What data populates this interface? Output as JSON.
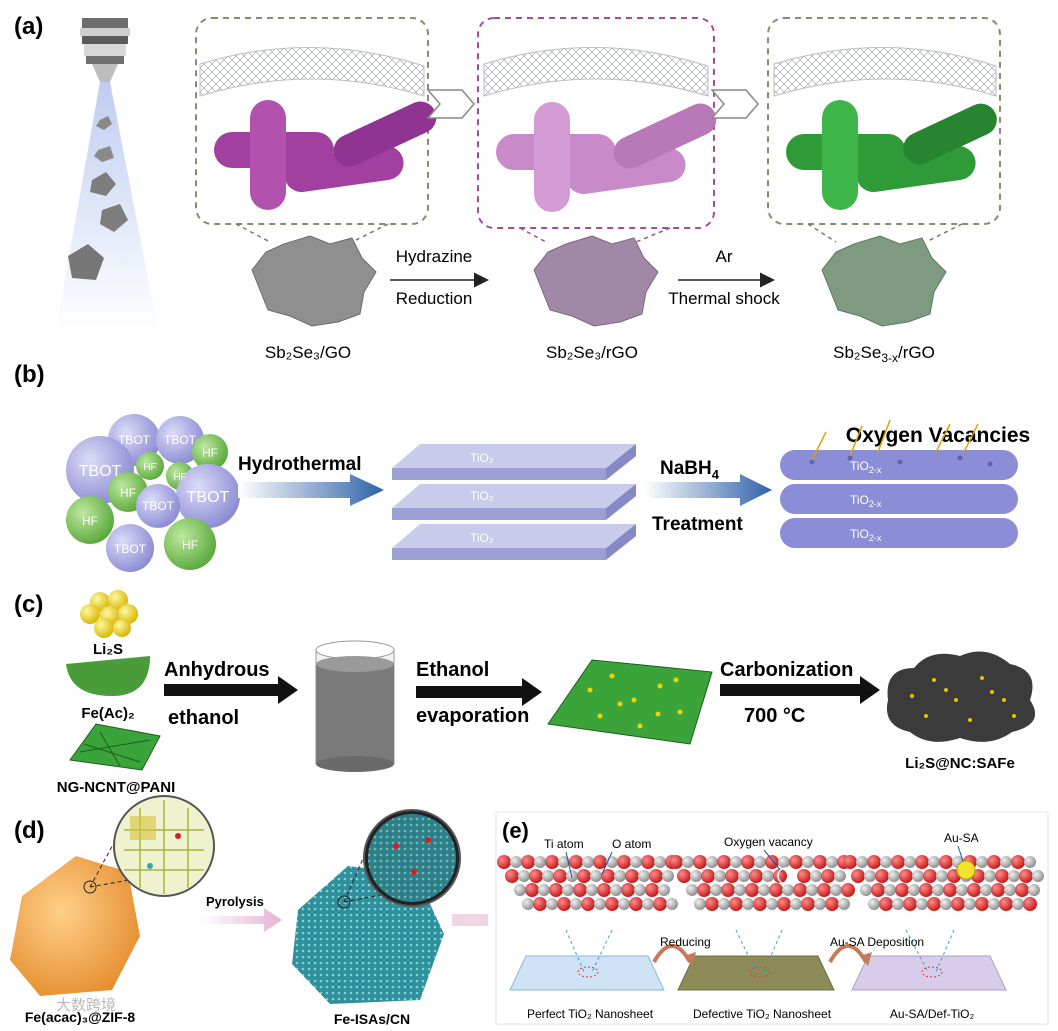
{
  "panel_a": {
    "label": "(a)",
    "step1_top": "Hydrazine",
    "step1_bottom": "Reduction",
    "step2_top": "Ar",
    "step2_bottom": "Thermal shock",
    "stage1": "Sb₂Se₃/GO",
    "stage2": "Sb₂Se₃/rGO",
    "stage3_main": "Sb₂Se",
    "stage3_sub": "3-x",
    "stage3_tail": "/rGO"
  },
  "panel_b": {
    "label": "(b)",
    "title": "Oxygen Vacancies",
    "step1": "Hydrothermal",
    "step2_main": "NaBH",
    "step2_sub": "4",
    "step2_line2": "Treatment",
    "sphere_labels": [
      "TBOT",
      "TBOT",
      "TBOT",
      "HF",
      "HF",
      "HF",
      "TBOT",
      "HF",
      "TBOT",
      "HF",
      "TBOT",
      "HF"
    ],
    "layer_label": "TiO₂",
    "defect_layer_main": "TiO",
    "defect_layer_sub": "2-x"
  },
  "panel_c": {
    "label": "(c)",
    "li2s": "Li₂S",
    "feac": "Fe(Ac)₂",
    "ngcnt": "NG-NCNT@PANI",
    "step1_top": "Anhydrous",
    "step1_bottom": "ethanol",
    "step2_top": "Ethanol",
    "step2_bottom": "evaporation",
    "step3_top": "Carbonization",
    "step3_bottom": "700 °C",
    "product": "Li₂S@NC:SAFe"
  },
  "panel_d": {
    "label": "(d)",
    "step": "Pyrolysis",
    "start": "Fe(acac)₃@ZIF-8",
    "product": "Fe-ISAs/CN"
  },
  "panel_e": {
    "label": "(e)",
    "ti_atom": "Ti atom",
    "o_atom": "O atom",
    "vacancy": "Oxygen vacancy",
    "ausa": "Au-SA",
    "step1": "Reducing",
    "step2": "Au-SA Deposition",
    "sheet1": "Perfect TiO₂ Nanosheet",
    "sheet2": "Defective TiO₂ Nanosheet",
    "sheet3": "Au-SA/Def-TiO₂"
  },
  "watermark": "大数跨境",
  "colors": {
    "purple": "#a2409f",
    "pink": "#c98ac9",
    "green": "#2e9a38",
    "blue_arrow": "#3b6fb0",
    "tio2_slab": "#a9abdc",
    "oxygen": "#d21d1d",
    "titanium": "#a0a0a0"
  }
}
